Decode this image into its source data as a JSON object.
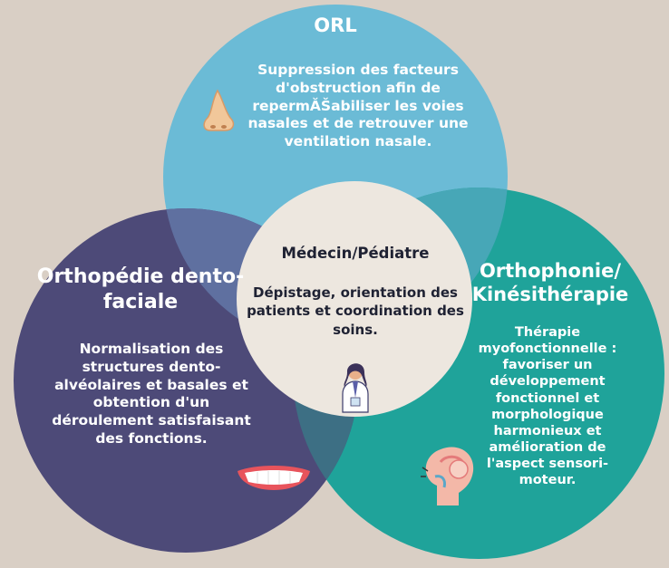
{
  "circles": {
    "orl": {
      "title": "ORL",
      "text": "Suppression des facteurs d'obstruction afin de repermĂŠabiliser les voies nasales  et de retrouver une ventilation nasale.",
      "color": "#6bbbd6",
      "icon": "nose-icon"
    },
    "orthopedie": {
      "title": "Orthopédie dento-faciale",
      "text": "Normalisation des structures dento-alvéolaires et basales et obtention d'un déroulement satisfaisant des fonctions.",
      "color": "#4d4a78",
      "icon": "smile-teeth-icon"
    },
    "orthophonie": {
      "title": "Orthophonie/ Kinésithérapie",
      "text": "Thérapie myofonctionnelle : favoriser un développement fonctionnel et morphologique harmonieux et amélioration de l'aspect sensori-moteur.",
      "color": "#1fa39a",
      "icon": "head-anatomy-icon"
    },
    "medecin": {
      "title": "Médecin/Pédiatre",
      "text": "Dépistage, orientation des patients et coordination des soins.",
      "color": "#ede7df",
      "icon": "doctor-icon"
    }
  }
}
